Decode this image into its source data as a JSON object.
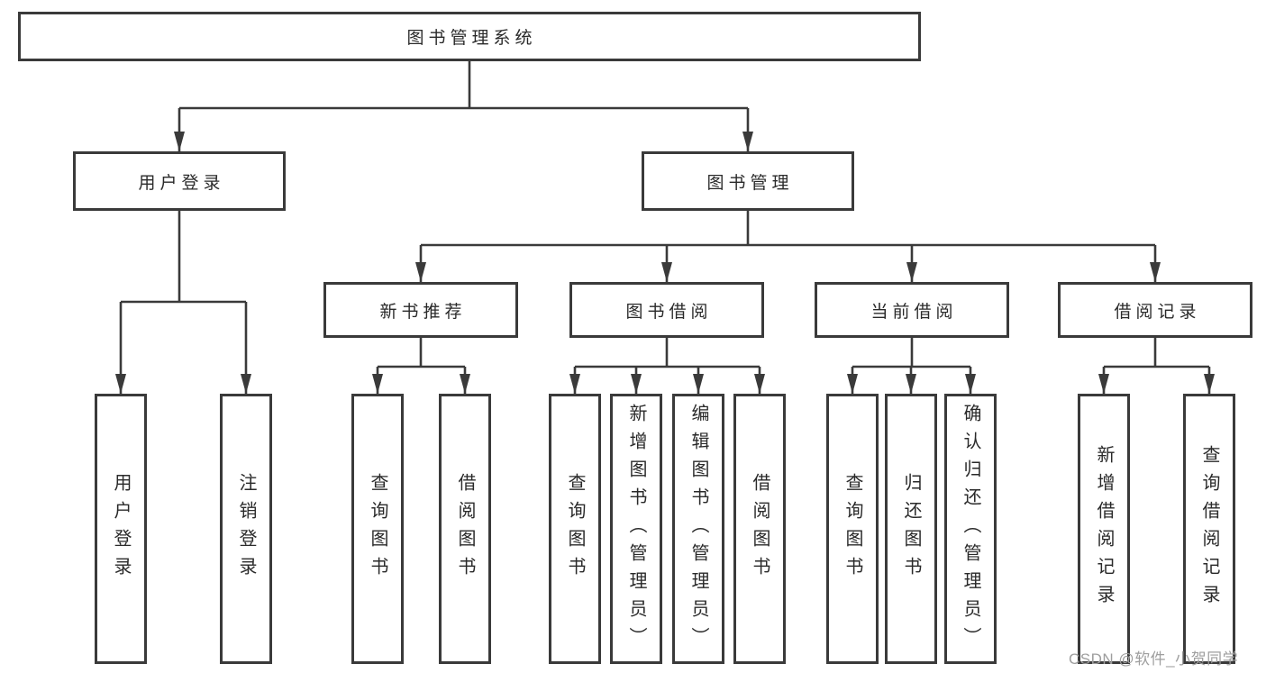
{
  "diagram_title": "图书管理系统",
  "watermark": "CSDN @软件_小贺同学",
  "colors": {
    "line": "#3a3a3a",
    "text": "#2a2a2a",
    "background": "#ffffff",
    "watermark": "#9e9e9e"
  },
  "nodes": {
    "root": {
      "label": "图书管理系统"
    },
    "user_login": {
      "label": "用户登录"
    },
    "book_mgmt": {
      "label": "图书管理"
    },
    "new_book_rec": {
      "label": "新书推荐"
    },
    "book_borrow": {
      "label": "图书借阅"
    },
    "current_borrow": {
      "label": "当前借阅"
    },
    "borrow_record": {
      "label": "借阅记录"
    },
    "leaf_user_login": {
      "label": "用户登录"
    },
    "leaf_logout": {
      "label": "注销登录"
    },
    "rec_query_book": {
      "label": "查询图书"
    },
    "rec_borrow_book": {
      "label": "借阅图书"
    },
    "bb_query_book": {
      "label": "查询图书"
    },
    "bb_add_book": {
      "label": "新增图书（管理员）"
    },
    "bb_edit_book": {
      "label": "编辑图书（管理员）"
    },
    "bb_borrow_book": {
      "label": "借阅图书"
    },
    "cb_query_book": {
      "label": "查询图书"
    },
    "cb_return_book": {
      "label": "归还图书"
    },
    "cb_confirm_return": {
      "label": "确认归还（管理员）"
    },
    "br_add_record": {
      "label": "新增借阅记录"
    },
    "br_query_record": {
      "label": "查询借阅记录"
    }
  }
}
